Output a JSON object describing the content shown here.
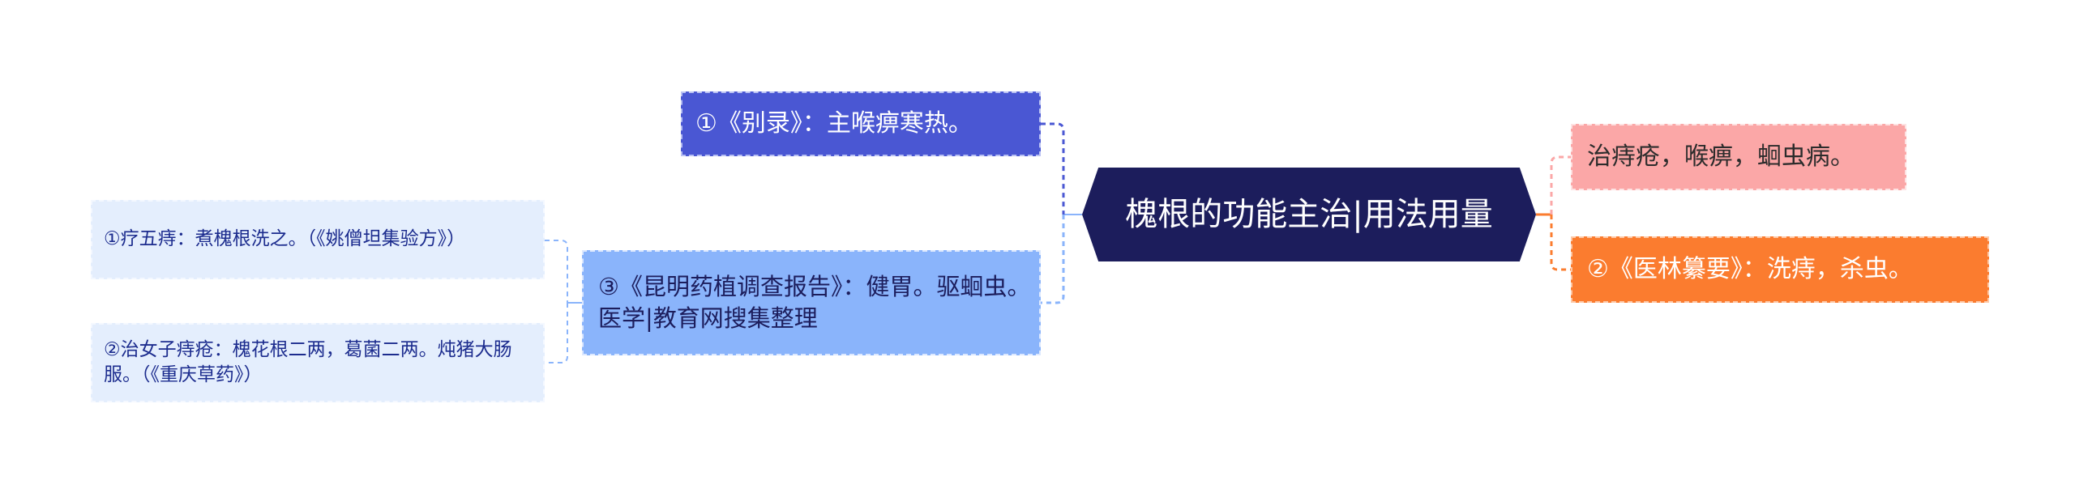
{
  "central_topic": {
    "label": "槐根的功能主治|用法用量"
  },
  "left_branches": [
    {
      "label": "①《别录》：主喉痹寒热。"
    },
    {
      "label": "③《昆明药植调查报告》：健胃。驱蛔虫。医学|教育网搜集整理",
      "children": [
        {
          "label": "①疗五痔：煮槐根洗之。（《姚僧坦集验方》）"
        },
        {
          "label": "②治女子痔疮：槐花根二两，葛菌二两。炖猪大肠服。（《重庆草药》）"
        }
      ]
    }
  ],
  "right_branches": [
    {
      "label": "治痔疮，喉痹，蛔虫病。"
    },
    {
      "label": "②《医林纂要》：洗痔，杀虫。"
    }
  ],
  "colors": {
    "central": "#1c1d5c",
    "branch_bielu": "#4a57d3",
    "branch_kunming": "#8ab4fb",
    "leaf": "#e4eefd",
    "branch_zhi": "#fba7a7",
    "branch_yilin": "#fb7c2f",
    "connector_left": "#4a57d3",
    "connector_left_light": "#8ab4fb",
    "connector_right": "#fb7c2f",
    "connector_right_light": "#fba7a7"
  }
}
